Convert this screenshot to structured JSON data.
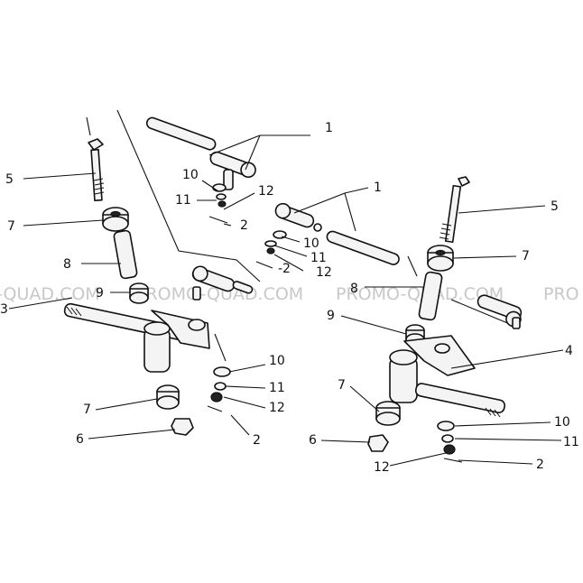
{
  "watermark": {
    "left": "-QUAD.COM",
    "center_left": "PROMO-QUAD.COM",
    "center_right": "PROMO-QUAD.COM",
    "right": "PRO"
  },
  "callouts": {
    "c1_top": "1",
    "c1_mid": "1",
    "c10_top": "10",
    "c11_top": "11",
    "c12_top": "12",
    "c2_top": "2",
    "c10_mid": "10",
    "c11_mid": "11",
    "c2_mid": "-2",
    "c12_mid": "12",
    "c5_left": "5",
    "c7_left_top": "7",
    "c8_left": "8",
    "c9_left": "9",
    "c3_left": "3",
    "c10_left": "10",
    "c11_left": "11",
    "c12_left": "12",
    "c7_left_bottom": "7",
    "c2_left": "2",
    "c6_left": "6",
    "c5_right": "5",
    "c7_right_top": "7",
    "c8_right": "8",
    "c9_right": "9",
    "c4_right": "4",
    "c7_right_bottom": "7",
    "c10_right": "10",
    "c6_right": "6",
    "c11_right": "11",
    "c12_right": "12",
    "c2_right": "2"
  }
}
